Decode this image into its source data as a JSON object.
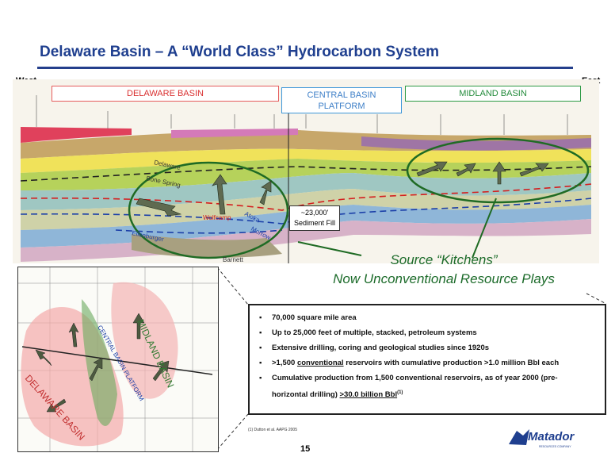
{
  "slide": {
    "title": "Delaware Basin – A “World Class” Hydrocarbon System",
    "west": "West",
    "east": "East",
    "page_number": "15"
  },
  "cross_section": {
    "basins": {
      "delaware": "DELAWARE BASIN",
      "central_line1": "CENTRAL BASIN",
      "central_line2": "PLATFORM",
      "midland": "MIDLAND BASIN"
    },
    "formations": {
      "delaware": "Delaware",
      "bone_spring": "Bone Spring",
      "wolfcamp": "Wolfcamp",
      "atoka": "Atoka",
      "morrow": "Morrow",
      "ellenburger": "Ellenburger",
      "barnett": "Barnett"
    },
    "sediment_fill_line1": "~23,000'",
    "sediment_fill_line2": "Sediment Fill",
    "colors": {
      "delaware_box": "#e65c5c",
      "central_box": "#3f97d9",
      "midland_box": "#2d9a45",
      "kitchen_outline": "#1f6b24"
    }
  },
  "kitchens": {
    "line1": "Source “Kitchens”",
    "line2": "Now Unconventional Resource Plays"
  },
  "map": {
    "delaware_label": "DELAWARE BASIN",
    "midland_label": "MIDLAND BASIN",
    "platform_label": "CENTRAL BASIN PLATFORM"
  },
  "bullets": [
    {
      "text": "70,000 square mile area"
    },
    {
      "text": "Up to 25,000 feet of multiple, stacked, petroleum systems"
    },
    {
      "text": "Extensive drilling, coring and geological studies since 1920s"
    },
    {
      "pre": ">1,500 ",
      "u": "conventional",
      "post": " reservoirs with cumulative production >1.0 million Bbl each"
    },
    {
      "text": "Cumulative production from 1,500 conventional reservoirs, as of year 2000 (pre-",
      "line2": "horizontal drilling) ",
      "u2": ">30.0 billion Bbl",
      "sup": "(1)"
    }
  ],
  "footnote": "(1) Dutton et al. AAPG 2005",
  "logo": {
    "name": "Matador",
    "tagline": "RESOURCES COMPANY"
  }
}
